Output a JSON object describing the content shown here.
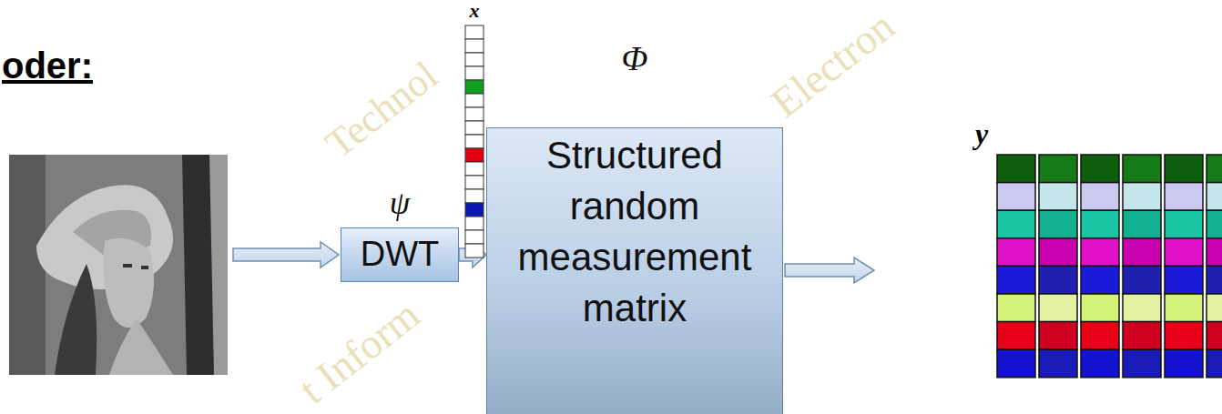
{
  "diagram": {
    "nodes": [
      {
        "text": [
          "ψ",
          "DWT"
        ]
      },
      {
        "text": [
          "Φ",
          "Structured random measurement matrix"
        ]
      }
    ],
    "edges": [
      {
        "from": 0,
        "to": 1,
        "arrow": "to"
      }
    ],
    "labels": [
      "oder:",
      "x",
      "y",
      "Electron",
      "Technol",
      "t Inform"
    ]
  }
}
